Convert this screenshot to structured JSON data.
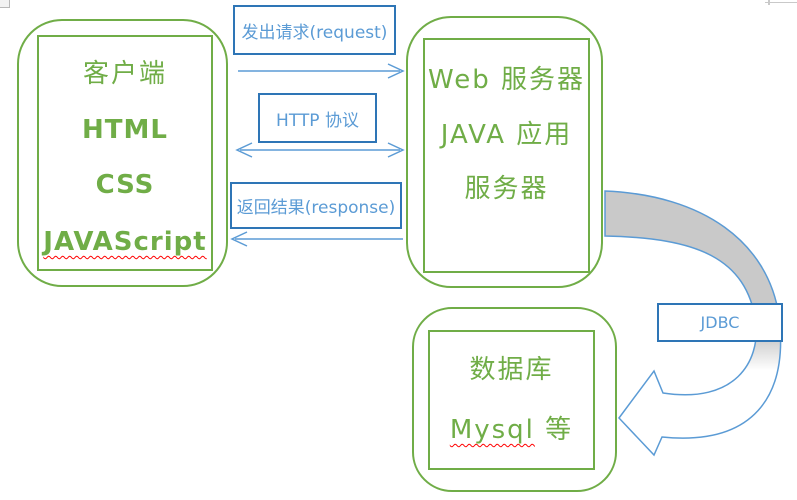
{
  "colors": {
    "green": "#70ad47",
    "blue": "#5b9bd5",
    "deepblue": "#2e75b6",
    "band": "#c9c9c9",
    "red": "#ff0000"
  },
  "boxes": {
    "client": {
      "lines": [
        "客户端",
        "HTML",
        "CSS",
        "JAVAScript"
      ]
    },
    "server": {
      "lines": [
        "Web 服务器",
        "JAVA 应用",
        "服务器"
      ]
    },
    "database": {
      "title": "数据库",
      "name": "Mysql",
      "suffix": "等"
    }
  },
  "labels": {
    "request": "发出请求(request)",
    "http": "HTTP 协议",
    "response": "返回结果(response)",
    "jdbc": "JDBC"
  }
}
